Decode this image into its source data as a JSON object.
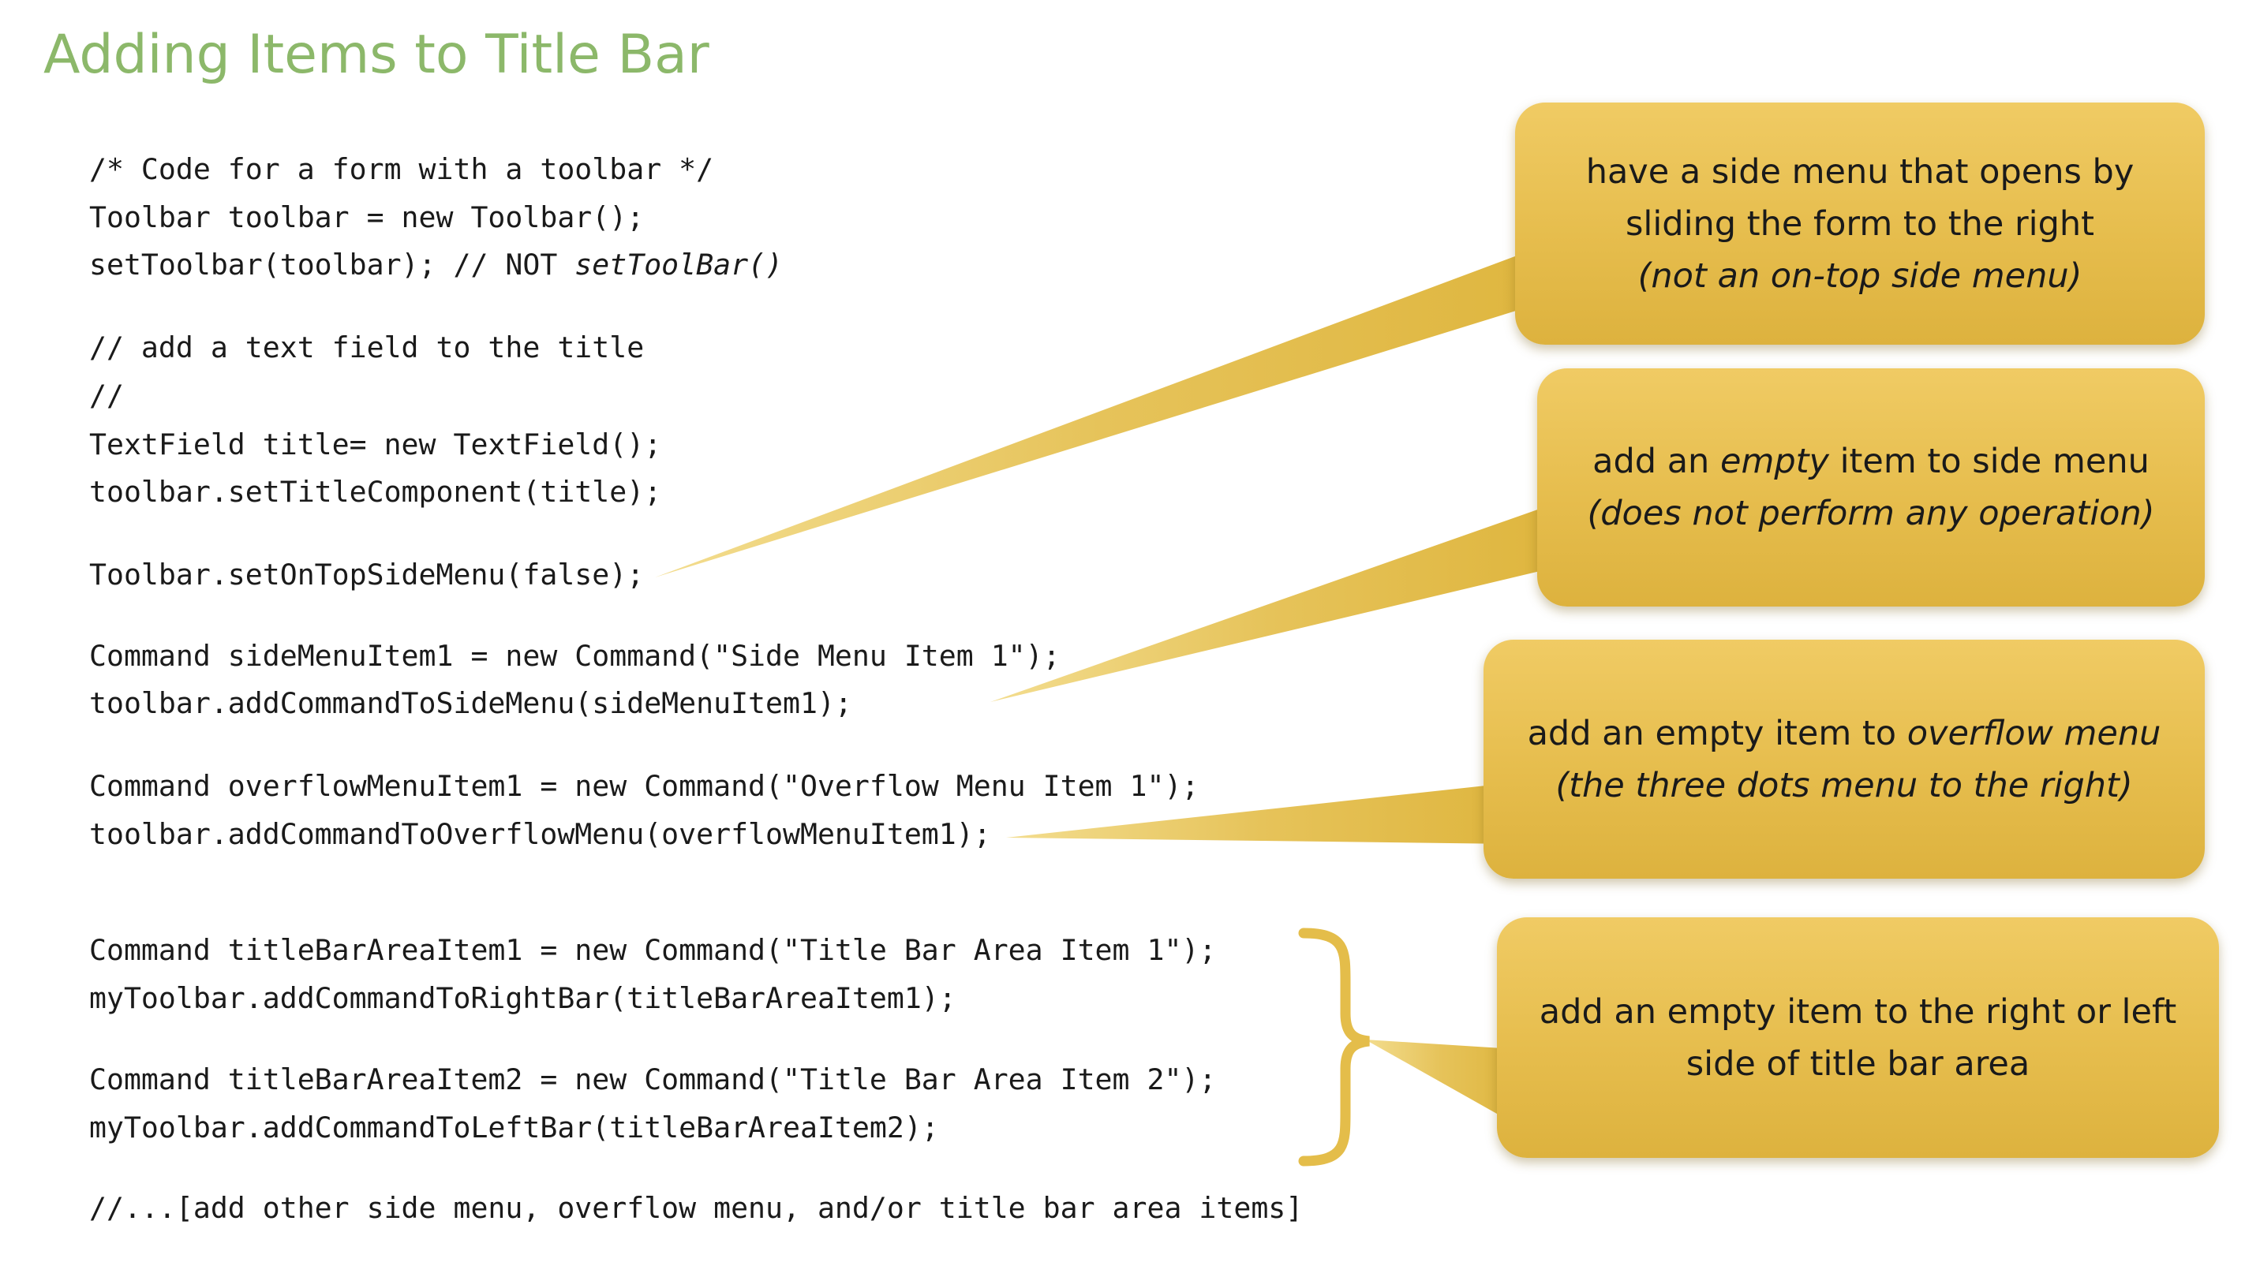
{
  "slide": {
    "title": "Adding Items to Title Bar"
  },
  "code": {
    "lines": [
      "/* Code for a form with a toolbar */",
      "Toolbar toolbar = new Toolbar();",
      "setToolbar(toolbar); // NOT ",
      "setToolBar()",
      "// add a text field to the title",
      "//",
      "TextField title= new TextField();",
      "toolbar.setTitleComponent(title);",
      "Toolbar.setOnTopSideMenu(false);",
      "Command sideMenuItem1 = new Command(\"Side Menu Item 1\");",
      "toolbar.addCommandToSideMenu(sideMenuItem1);",
      "Command overflowMenuItem1 = new Command(\"Overflow Menu Item 1\");",
      "toolbar.addCommandToOverflowMenu(overflowMenuItem1);",
      "Command titleBarAreaItem1 = new Command(\"Title Bar Area Item 1\");",
      "myToolbar.addCommandToRightBar(titleBarAreaItem1);",
      "Command titleBarAreaItem2 = new Command(\"Title Bar Area Item 2\");",
      "myToolbar.addCommandToLeftBar(titleBarAreaItem2);",
      "//...[add other side menu, overflow menu, and/or title bar area items]"
    ]
  },
  "callouts": {
    "side_menu": {
      "line1": "have a side menu that opens by",
      "line2": "sliding the form to the right",
      "line3": "(not an on-top side menu)"
    },
    "empty_side": {
      "line1_a": "add an ",
      "line1_b": "empty",
      "line1_c": " item to side menu",
      "line2": "(does not perform any operation)"
    },
    "overflow": {
      "line1_a": "add an empty item to ",
      "line1_b": "overflow menu",
      "line2": "(the three dots menu to the right)"
    },
    "title_bar": {
      "line1": "add an empty item to the right or left",
      "line2": "side of title bar area"
    }
  },
  "colors": {
    "title": "#8cb86a",
    "callout_fill": "#e6bd4d",
    "pointer_fill": "#e2bd4e"
  }
}
